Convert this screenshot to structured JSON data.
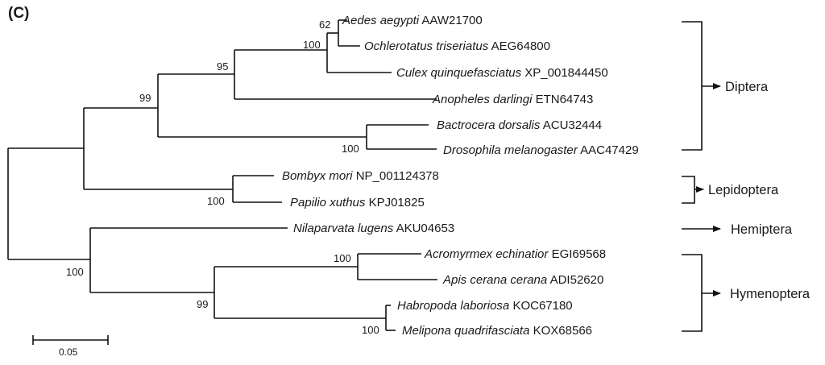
{
  "panel_label": "(C)",
  "taxa": [
    {
      "species": "Aedes aegypti",
      "accession": "AAW21700"
    },
    {
      "species": "Ochlerotatus triseriatus",
      "accession": "AEG64800"
    },
    {
      "species": "Culex quinquefasciatus",
      "accession": "XP_001844450"
    },
    {
      "species": "Anopheles darlingi",
      "accession": "ETN64743"
    },
    {
      "species": "Bactrocera dorsalis",
      "accession": "ACU32444"
    },
    {
      "species": "Drosophila melanogaster",
      "accession": "AAC47429"
    },
    {
      "species": "Bombyx mori",
      "accession": "NP_001124378"
    },
    {
      "species": "Papilio xuthus",
      "accession": "KPJ01825"
    },
    {
      "species": "Nilaparvata lugens",
      "accession": "AKU04653"
    },
    {
      "species": "Acromyrmex echinatior",
      "accession": "EGI69568"
    },
    {
      "species": "Apis cerana cerana",
      "accession": "ADI52620"
    },
    {
      "species": "Habropoda laboriosa",
      "accession": "KOC67180"
    },
    {
      "species": "Melipona quadrifasciata",
      "accession": "KOX68566"
    }
  ],
  "bootstrap": [
    "62",
    "100",
    "95",
    "99",
    "100",
    "100",
    "100",
    "100",
    "99",
    "100"
  ],
  "groups": [
    "Diptera",
    "Lepidoptera",
    "Hemiptera",
    "Hymenoptera"
  ],
  "scale_bar": {
    "label": "0.05",
    "value": 0.05
  }
}
